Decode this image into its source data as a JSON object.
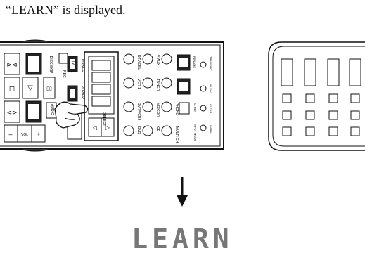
{
  "caption": "“LEARN” is displayed.",
  "remote": {
    "button_labels": {
      "power": "POWER",
      "tv": "TV",
      "rec": "REC",
      "disc_skip": "DISC SKIP",
      "audio": "AUDIO",
      "vol": "VOL",
      "minus": "–",
      "plus": "+",
      "select": "SELECT",
      "dtv_cbl": "DTV/CBL",
      "vcr1": "VCR 1",
      "dvr_vcr2": "DVR/VCR2",
      "dvd": "DVD",
      "vaux": "V-AUX",
      "tuner": "TUNER",
      "md_cdr": "MD/CDR",
      "cd": "CD",
      "phono": "PHONO",
      "multi_ch": "MULTI CH",
      "learn": "LEARN",
      "clear": "CLEAR",
      "id_sw": "ID SW",
      "input_mode": "INPUT MODE",
      "rename": "RENAME",
      "sl_rep": "SL REP",
      "transmit": "TRANSMIT",
      "standby": "STANDBY"
    }
  },
  "arrow": "down-arrow",
  "display_text": "LEARN"
}
